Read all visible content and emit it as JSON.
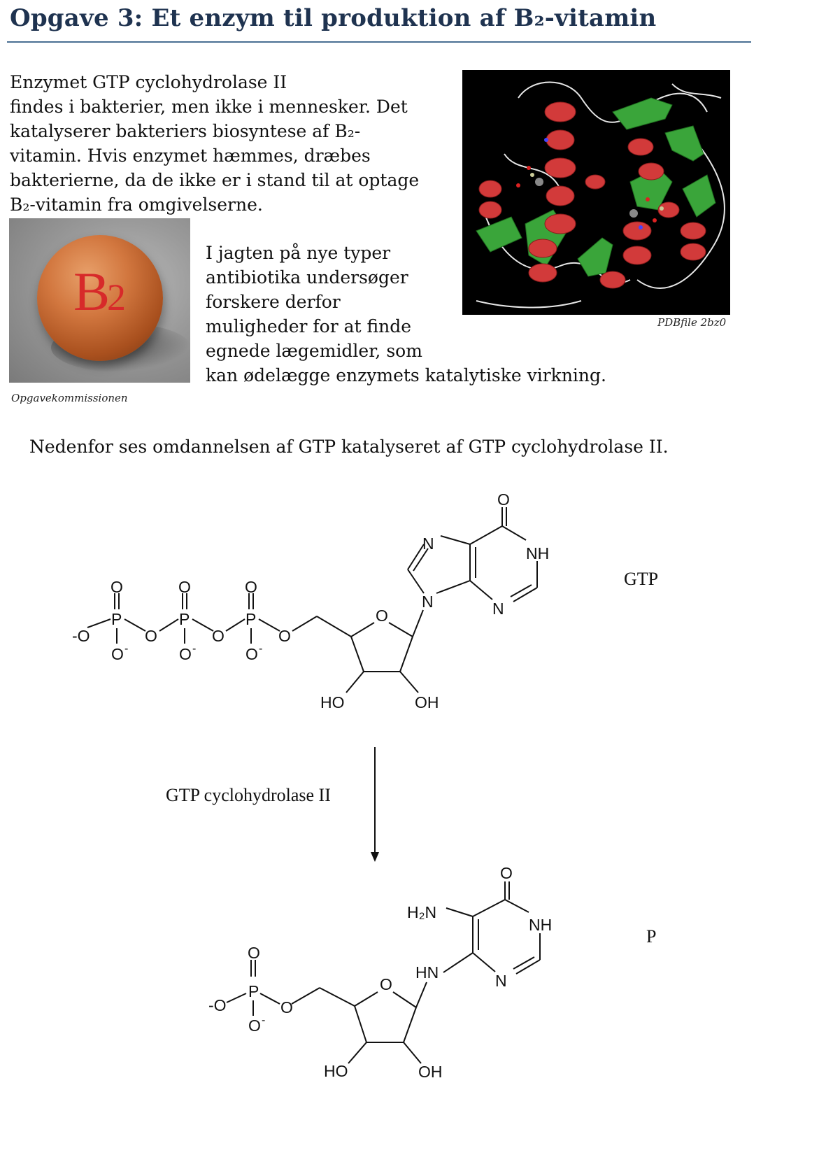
{
  "title": "Opgave 3: Et enzym til produktion af B₂-vitamin",
  "intro_lines": [
    "Enzymet GTP cyclohydrolase II",
    "findes i bakterier, men ikke i mennesker. Det",
    "katalyserer bakteriers biosyntese af B₂-",
    "vitamin. Hvis enzymet hæmmes, dræbes",
    "bakterierne, da de ikke er i stand til at optage",
    "B₂-vitamin fra omgivelserne."
  ],
  "photo": {
    "label_main": "B",
    "label_sub": "2",
    "credit": "Opgavekommissionen"
  },
  "side_lines": [
    "I jagten på nye typer",
    "antibiotika undersøger",
    "forskere derfor",
    "muligheder for at finde",
    "egnede lægemidler, som",
    "kan ødelægge enzymets katalytiske virkning."
  ],
  "protein_image": {
    "credit": "PDBfile 2bz0"
  },
  "caption": "Nedenfor ses omdannelsen af GTP katalyseret af GTP cyclohydrolase II.",
  "scheme": {
    "reactant_label": "GTP",
    "enzyme_label": "GTP cyclohydrolase II",
    "product_label": "P",
    "atoms": {
      "O": "O",
      "P": "P",
      "N": "N",
      "NH": "NH",
      "HN": "HN",
      "HO": "HO",
      "OH": "OH",
      "H2N": "H₂N",
      "minus": "-"
    }
  },
  "colors": {
    "title": "#1f3350",
    "rule": "#4a6f93",
    "helix": "#d23a3a",
    "sheet": "#3aa53a"
  }
}
